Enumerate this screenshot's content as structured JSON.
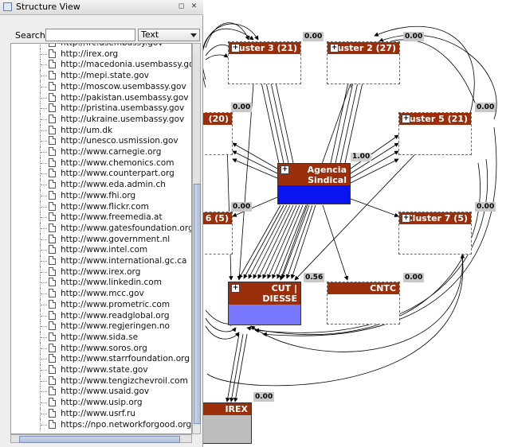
{
  "panel": {
    "title": "Structure View",
    "search_label": "Search",
    "search_value": "",
    "search_mode": "Text",
    "items": [
      "http://irc.usembassy.gov",
      "http://irex.org",
      "http://macedonia.usembassy.gov",
      "http://mepi.state.gov",
      "http://moscow.usembassy.gov",
      "http://pakistan.usembassy.gov",
      "http://pristina.usembassy.gov",
      "http://ukraine.usembassy.gov",
      "http://um.dk",
      "http://unesco.usmission.gov",
      "http://www.carnegie.org",
      "http://www.chemonics.com",
      "http://www.counterpart.org",
      "http://www.eda.admin.ch",
      "http://www.fhi.org",
      "http://www.flickr.com",
      "http://www.freemedia.at",
      "http://www.gatesfoundation.org",
      "http://www.government.nl",
      "http://www.intel.com",
      "http://www.international.gc.ca",
      "http://www.irex.org",
      "http://www.linkedin.com",
      "http://www.mcc.gov",
      "http://www.prometric.com",
      "http://www.readglobal.org",
      "http://www.regjeringen.no",
      "http://www.sida.se",
      "http://www.soros.org",
      "http://www.starrfoundation.org",
      "http://www.state.gov",
      "http://www.tengizchevroil.com",
      "http://www.usaid.gov",
      "http://www.usip.org",
      "http://www.usrf.ru",
      "https://npo.networkforgood.org"
    ]
  },
  "graph": {
    "nodes": {
      "cluster3": {
        "label": "uster 3 (21)",
        "score": "0.00"
      },
      "cluster2": {
        "label": "uster 2 (27)",
        "score": "0.00"
      },
      "c20": {
        "label": "(20)",
        "score": "0.00"
      },
      "cluster5": {
        "label": "uster 5 (21)",
        "score": "0.00"
      },
      "agencia": {
        "label_line1": "Agencia",
        "label_line2": "Sindical",
        "color": "#0a14f0"
      },
      "c6": {
        "label": "6 (5)",
        "score": "0.00"
      },
      "cluster7": {
        "label": "Cluster 7 (5)",
        "score": "0.00"
      },
      "cut": {
        "label_line1": "CUT |",
        "label_line2": "DIESSE",
        "score": "0.56",
        "color": "#7777ff"
      },
      "cntc": {
        "label": "CNTC",
        "score": "0.00"
      },
      "irex": {
        "label": "IREX",
        "score": "0.00",
        "color": "#bdbdbd"
      }
    },
    "edge_label": "1.00",
    "plus_symbol": "+"
  }
}
